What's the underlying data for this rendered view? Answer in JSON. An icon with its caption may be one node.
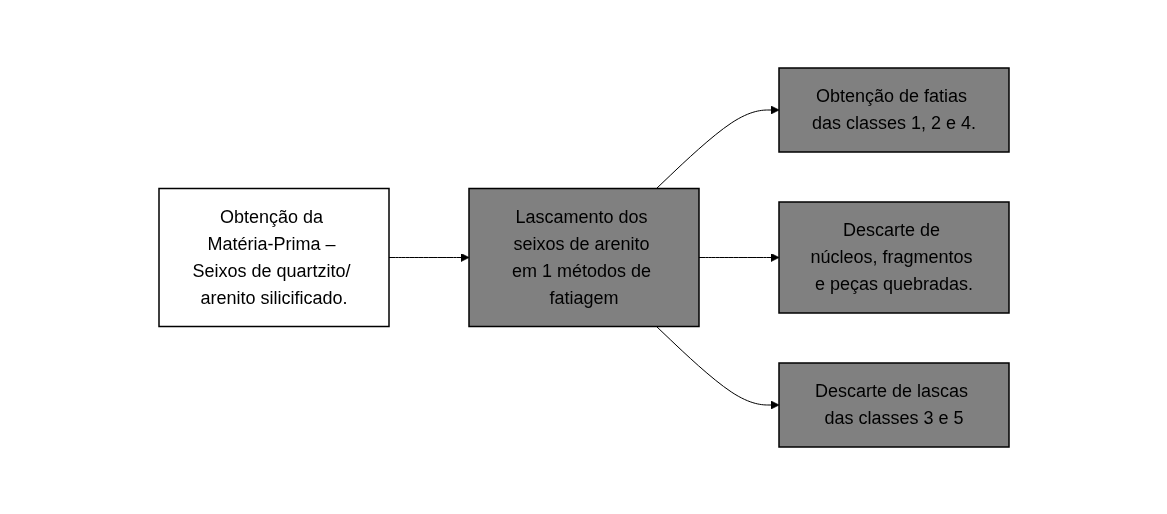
{
  "diagram": {
    "nodes": [
      {
        "text": [
          "Obtenção da Matéria-Prima – Seixos de quartzito/ arenito silicificado."
        ]
      },
      {
        "text": [
          "Lascamento dos seixos de arenito em 1 métodos de fatiagem"
        ]
      },
      {
        "text": [
          "Obtenção de fatias das classes 1, 2 e 4."
        ]
      },
      {
        "text": [
          "Descarte de núcleos, fragmentos e peças quebradas."
        ]
      },
      {
        "text": [
          "Descarte de lascas das classes 3 e 5"
        ]
      }
    ],
    "edges": [
      {
        "from": 0,
        "to": 1,
        "arrow": "to"
      },
      {
        "from": 1,
        "to": 2,
        "arrow": "to"
      },
      {
        "from": 1,
        "to": 3,
        "arrow": "to"
      },
      {
        "from": 1,
        "to": 4,
        "arrow": "to"
      }
    ]
  }
}
